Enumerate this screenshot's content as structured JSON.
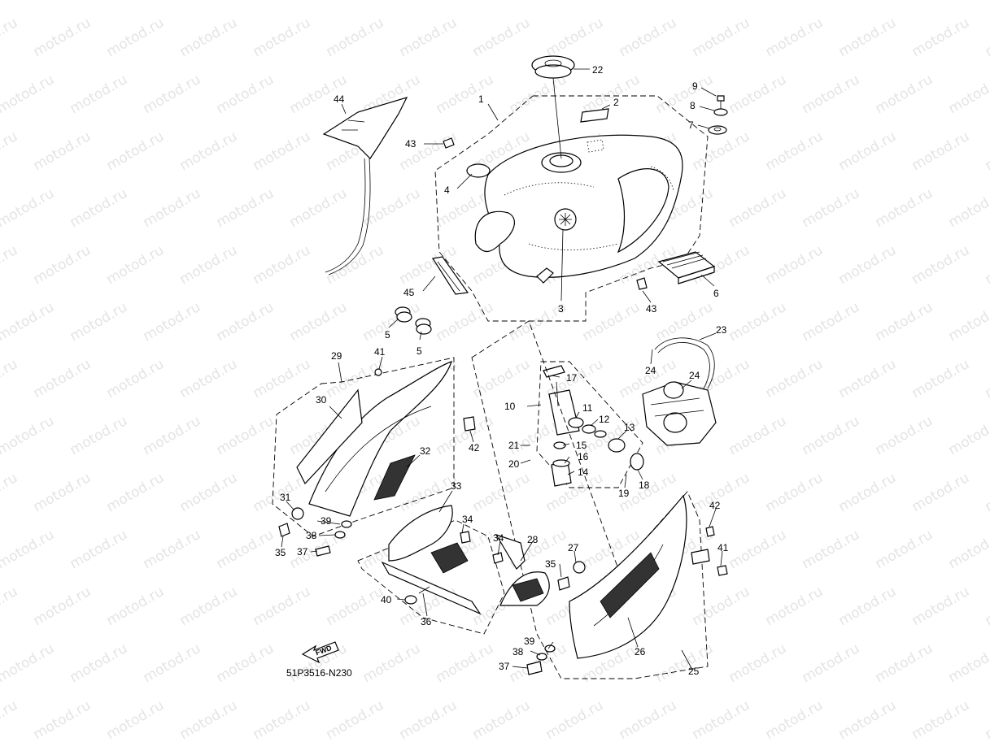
{
  "diagram": {
    "watermark": "motod.ru",
    "catalog_code": "51P3516-N230",
    "fwd_label": "FWD",
    "callouts": [
      "1",
      "2",
      "3",
      "4",
      "5",
      "5",
      "6",
      "7",
      "8",
      "9",
      "10",
      "11",
      "12",
      "13",
      "14",
      "15",
      "16",
      "17",
      "18",
      "19",
      "20",
      "21",
      "22",
      "23",
      "24",
      "24",
      "25",
      "26",
      "27",
      "28",
      "29",
      "30",
      "31",
      "32",
      "33",
      "34",
      "34",
      "35",
      "35",
      "36",
      "37",
      "37",
      "38",
      "38",
      "39",
      "39",
      "40",
      "41",
      "41",
      "42",
      "42",
      "43",
      "43",
      "44",
      "45"
    ]
  }
}
